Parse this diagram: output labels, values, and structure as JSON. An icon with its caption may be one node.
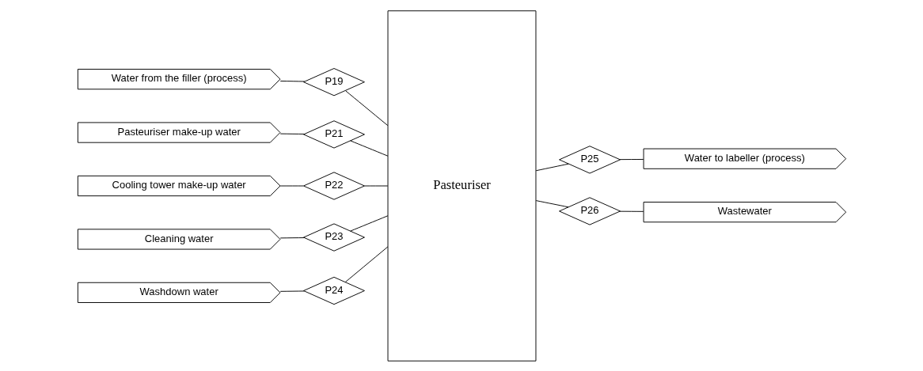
{
  "diagram": {
    "nodes": [
      {
        "text": [
          "Water from the filler (process)"
        ]
      },
      {
        "text": [
          "P19"
        ]
      },
      {
        "text": [
          "Pasteuriser make-up water"
        ]
      },
      {
        "text": [
          "P21"
        ]
      },
      {
        "text": [
          "Cooling tower make-up water"
        ]
      },
      {
        "text": [
          "P22"
        ]
      },
      {
        "text": [
          "Cleaning water"
        ]
      },
      {
        "text": [
          "P23"
        ]
      },
      {
        "text": [
          "Washdown water"
        ]
      },
      {
        "text": [
          "P24"
        ]
      },
      {
        "text": [
          "Pasteuriser"
        ]
      },
      {
        "text": [
          "P25"
        ]
      },
      {
        "text": [
          "Water to labeller (process)"
        ]
      },
      {
        "text": [
          "P26"
        ]
      },
      {
        "text": [
          "Wastewater"
        ]
      }
    ],
    "edges": [
      {
        "from": 0,
        "to": 1,
        "arrow": "none"
      },
      {
        "from": 1,
        "to": 10,
        "arrow": "none"
      },
      {
        "from": 2,
        "to": 3,
        "arrow": "none"
      },
      {
        "from": 3,
        "to": 10,
        "arrow": "none"
      },
      {
        "from": 4,
        "to": 5,
        "arrow": "none"
      },
      {
        "from": 5,
        "to": 10,
        "arrow": "none"
      },
      {
        "from": 6,
        "to": 7,
        "arrow": "none"
      },
      {
        "from": 7,
        "to": 10,
        "arrow": "none"
      },
      {
        "from": 8,
        "to": 9,
        "arrow": "none"
      },
      {
        "from": 9,
        "to": 10,
        "arrow": "none"
      },
      {
        "from": 10,
        "to": 11,
        "arrow": "none"
      },
      {
        "from": 11,
        "to": 12,
        "arrow": "none"
      },
      {
        "from": 10,
        "to": 13,
        "arrow": "none"
      },
      {
        "from": 13,
        "to": 14,
        "arrow": "none"
      }
    ]
  }
}
